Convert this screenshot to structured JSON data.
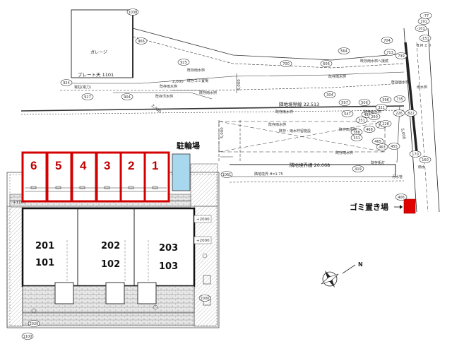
{
  "labels": {
    "garage": "ガレージ",
    "plate": "プレート天 1101",
    "bicycle_parking": "駐輪場",
    "garbage_area": "ゴミ置き場"
  },
  "parking_spaces": [
    "6",
    "5",
    "4",
    "3",
    "2",
    "1"
  ],
  "rooms": {
    "upper": [
      "201",
      "202",
      "203"
    ],
    "lower": [
      "101",
      "102",
      "103"
    ]
  },
  "boundary": {
    "upper_label": "隣地境界線 22.513",
    "lower_label": "隣地境界線 20.068"
  },
  "dims": {
    "d1": "2,000",
    "d2": "6,000",
    "d3": "5,000",
    "d4": "2,000",
    "d5": "5,000",
    "d6": "+2000",
    "d7": "+2000",
    "d8": "+1100"
  },
  "elevations": [
    "1038",
    "966",
    "925",
    "924",
    "927",
    "904",
    "700",
    "606",
    "564",
    "597",
    "547",
    "506",
    "493",
    "468",
    "465",
    "463",
    "455",
    "419",
    "406",
    "396",
    "388",
    "351",
    "331",
    "321",
    "312",
    "304",
    "260",
    "228",
    "226",
    "191",
    "170",
    "160",
    "1061",
    "1100",
    "2026",
    "2000",
    "-77",
    "-101",
    "-151",
    "704",
    "713",
    "739",
    "735",
    "822"
  ],
  "notes": [
    "既存雨水桝",
    "既存ゴミ置場",
    "既存雨水桝",
    "既存雨水桝",
    "既存汚水桝",
    "既存雨水桝",
    "既存・雨水貯留施設",
    "既存雨水桝",
    "既存雨水桝",
    "既存雨水桝",
    "既存雨水桝",
    "既存雨水桝",
    "既存街灯",
    "既存雨水桝へ接続",
    "雨水桝",
    "既存雨水桝",
    "汚水管",
    "隣地境界 H=1.75",
    "雨水",
    "B.M ± 0",
    "電柱(電力)"
  ],
  "compass": {
    "north": "N"
  },
  "colors": {
    "slot_border": "#d40000",
    "bicycle_fill": "#a8d8ee",
    "garbage_fill": "#e00000",
    "boundary": "#222222"
  }
}
